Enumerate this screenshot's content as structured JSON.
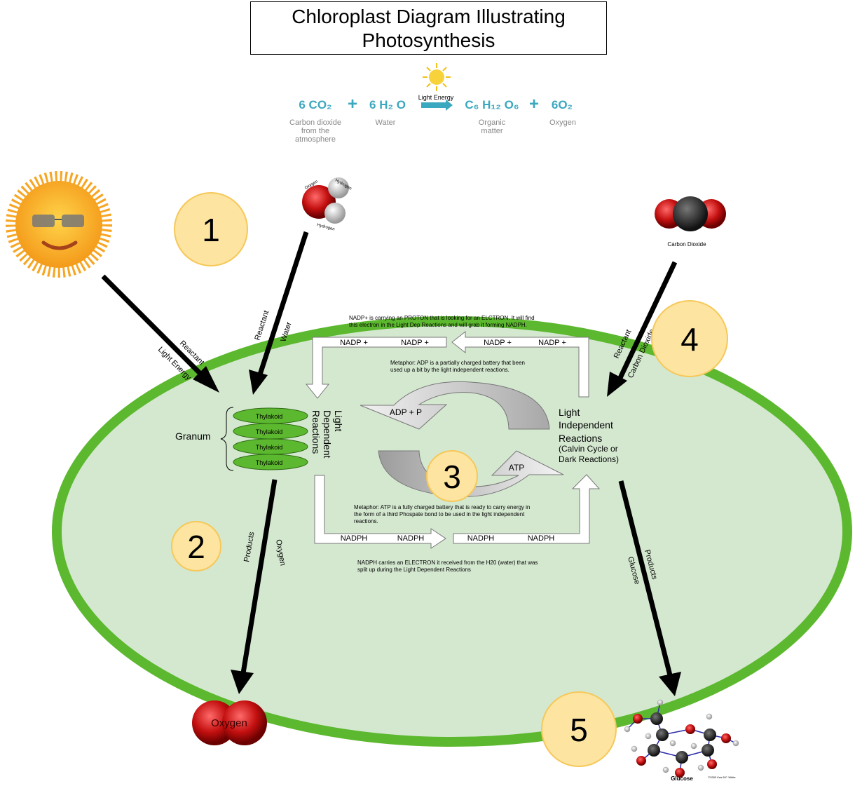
{
  "title": {
    "line1": "Chloroplast Diagram Illustrating",
    "line2": "Photosynthesis"
  },
  "equation": {
    "light_label": "Light Energy",
    "co2": "6 CO₂",
    "h2o": "6 H₂ O",
    "glucose": "C₆ H₁₂ O₆",
    "o2": "6O₂",
    "plus": "+",
    "co2_caption": [
      "Carbon dioxide",
      "from the",
      "atmosphere"
    ],
    "h2o_caption": "Water",
    "glucose_caption": [
      "Organic",
      "matter"
    ],
    "o2_caption": "Oxygen"
  },
  "steps": [
    "1",
    "2",
    "3",
    "4",
    "5"
  ],
  "molecules": {
    "water_labels": [
      "Oxygen",
      "Hydrogen",
      "Hydrogen"
    ],
    "co2_label": "Carbon Dioxide",
    "oxygen_label": "Oxygen",
    "glucose_label": "Glucose",
    "glucose_copyright": "©2003 Kris B.F. White"
  },
  "arrows": {
    "light": [
      "Reactant",
      "Light Energy"
    ],
    "water": [
      "Reactant",
      "Water"
    ],
    "co2": [
      "Reactant",
      "Carbon Dioxide"
    ],
    "oxygen": [
      "Products",
      "Oxygen"
    ],
    "glucose": [
      "Products",
      "Glucose"
    ]
  },
  "chloroplast": {
    "granum_label": "Granum",
    "thylakoids": [
      "Thylakoid",
      "Thylakoid",
      "Thylakoid",
      "Thylakoid"
    ],
    "light_dependent": [
      "Light",
      "Dependent",
      "Reactions"
    ],
    "light_independent": [
      "Light",
      "Independent",
      "Reactions"
    ],
    "calvin": [
      "(Calvin Cycle or",
      "Dark Reactions)"
    ],
    "nadp_note": [
      "NADP+ is carrying an PROTON that is looking for an ELCTRON.  It will find",
      "this electron in the Light Dep Reactions and will grab it forming NADPH."
    ],
    "nadp_labels": [
      "NADP +",
      "NADP +",
      "NADP +",
      "NADP +"
    ],
    "adp_note": [
      "Metaphor:  ADP is a partially charged battery that been",
      "used up a bit by the light independent reactions."
    ],
    "adp_label": "ADP + P",
    "atp_label": "ATP",
    "atp_note": [
      "Metaphor:  ATP is a fully charged battery that is ready to carry energy in",
      "the form of a third Phospate bond to be used in the light independent",
      "reactions."
    ],
    "nadph_labels": [
      "NADPH",
      "NADPH",
      "NADPH",
      "NADPH"
    ],
    "nadph_note": [
      "NADPH carries an ELECTRON it received from the H20 (water) that was",
      "split up during the Light Dependent Reactions"
    ]
  },
  "colors": {
    "cell_fill": "#d4e8d0",
    "cell_border": "#5cb82e",
    "thylakoid": "#5cb82e",
    "equation_teal": "#3aa8bf",
    "step_circle": "#fde4a0"
  }
}
